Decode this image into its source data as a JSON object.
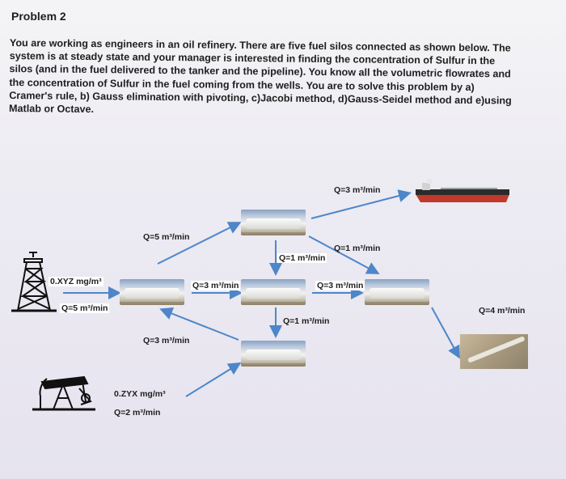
{
  "problem": {
    "title": "Problem 2",
    "text": "You are working as engineers in an oil refinery. There are five fuel silos connected as shown below. The system is at steady state and your manager is interested in finding the concentration of Sulfur in the silos (and in the fuel delivered to the tanker and the pipeline). You know all the volumetric flowrates and the concentration of Sulfur in the fuel coming from the wells. You are to solve this problem by a) Cramer's rule, b) Gauss elimination with pivoting, c)Jacobi method, d)Gauss-Seidel method and e)using Matlab or Octave."
  },
  "flows": {
    "tanker": "Q=3 m³/min",
    "silo1_to_silo2": "Q=5 m³/min",
    "silo2_to_silo4": "Q=1 m³/min",
    "silo2_to_silo3": "Q=1 m³/min",
    "well1_conc": "0.XYZ mg/m³",
    "well1_flow": "Q=5 m³/min",
    "silo1_to_silo3": "Q=3 m³/min",
    "silo3_to_silo4": "Q=3 m³/min",
    "pipeline": "Q=4 m³/min",
    "silo3_to_silo5": "Q=1 m³/min",
    "silo5_to_silo1": "Q=3 m³/min",
    "well2_conc": "0.ZYX mg/m³",
    "well2_flow": "Q=2 m³/min"
  },
  "colors": {
    "arrow": "#4d86c9",
    "tanker_hull": "#c0392b"
  }
}
